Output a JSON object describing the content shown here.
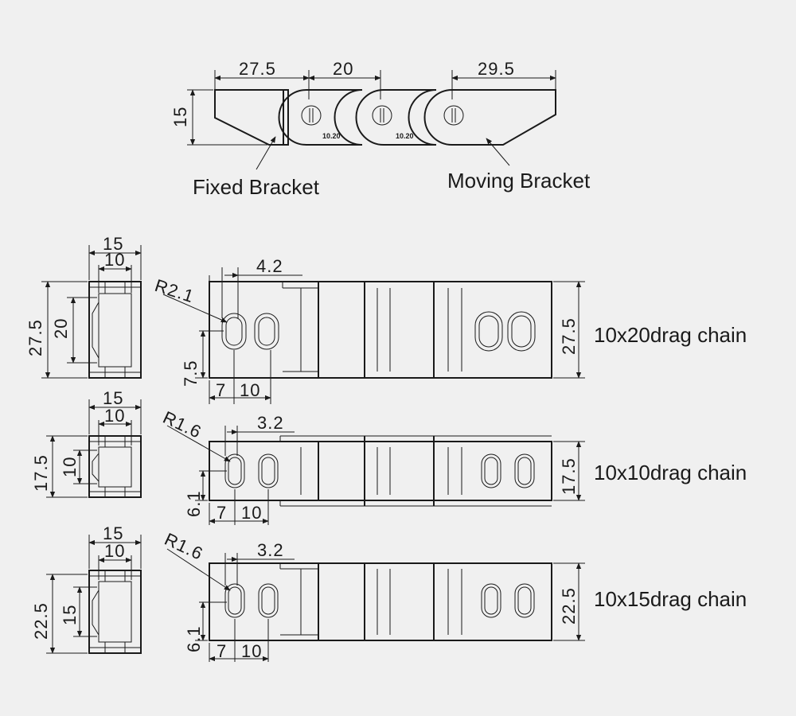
{
  "top_assembly": {
    "dims": {
      "d1": "27.5",
      "d2": "20",
      "d3": "29.5",
      "height": "15"
    },
    "link_marks": [
      "10.20",
      "10.20"
    ],
    "fixed_label": "Fixed Bracket",
    "moving_label": "Moving Bracket"
  },
  "chains": [
    {
      "end_width": "15",
      "inner_width": "10",
      "outer_height": "27.5",
      "inner_height": "20",
      "radius": "R2.1",
      "hole_spacing": "4.2",
      "hole_offset": "7.5",
      "dim_7": "7",
      "dim_10": "10",
      "side_height": "27.5",
      "name": "10x20drag chain"
    },
    {
      "end_width": "15",
      "inner_width": "10",
      "outer_height": "17.5",
      "inner_height": "10",
      "radius": "R1.6",
      "hole_spacing": "3.2",
      "hole_offset": "6.1",
      "dim_7": "7",
      "dim_10": "10",
      "side_height": "17.5",
      "name": "10x10drag chain"
    },
    {
      "end_width": "15",
      "inner_width": "10",
      "outer_height": "22.5",
      "inner_height": "15",
      "radius": "R1.6",
      "hole_spacing": "3.2",
      "hole_offset": "6.1",
      "dim_7": "7",
      "dim_10": "10",
      "side_height": "22.5",
      "name": "10x15drag chain"
    }
  ]
}
